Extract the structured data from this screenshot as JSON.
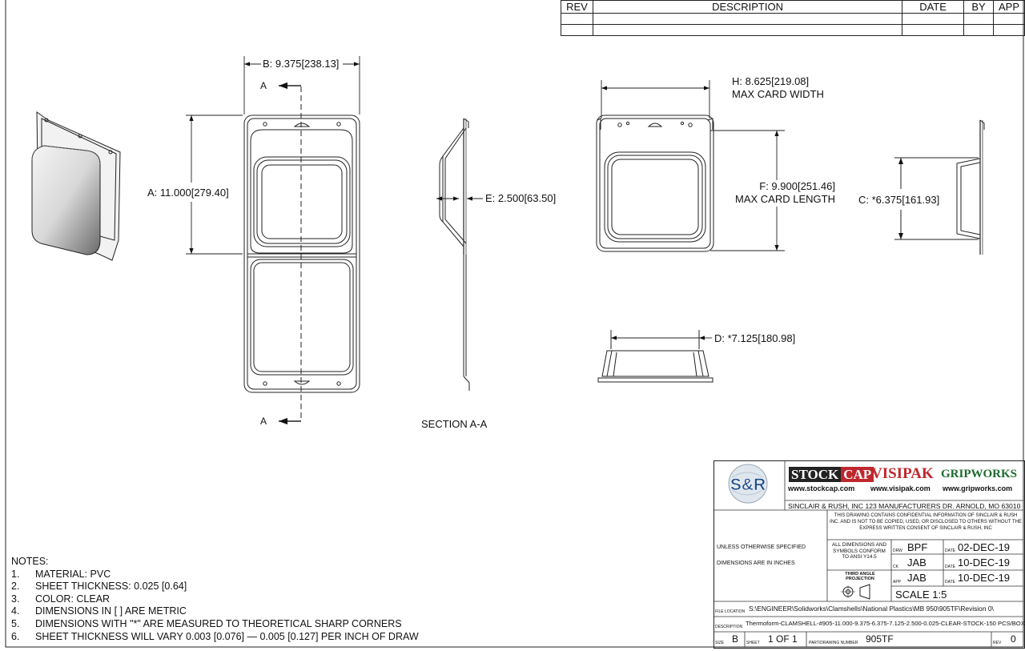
{
  "revision_table": {
    "headers": [
      "REV",
      "DESCRIPTION",
      "DATE",
      "BY",
      "APP"
    ]
  },
  "dimensions": {
    "b": "B: 9.375",
    "b_metric": "[238.13]",
    "a": "A: 11.000",
    "a_metric": "[279.40]",
    "e": "E: 2.500",
    "e_metric": "[63.50]",
    "h": "H: 8.625",
    "h_metric": "[219.08]",
    "h_note": "MAX CARD WIDTH",
    "f": "F: 9.900",
    "f_metric": "[251.46]",
    "f_note": "MAX CARD LENGTH",
    "c": "C: *6.375",
    "c_metric": "[161.93]",
    "d": "D: *7.125",
    "d_metric": "[180.98]"
  },
  "section_marker": "A",
  "section_label": "SECTION A-A",
  "notes": {
    "title": "NOTES:",
    "items": [
      {
        "num": "1.",
        "text": "MATERIAL: PVC"
      },
      {
        "num": "2.",
        "text": "SHEET THICKNESS:  0.025 [0.64]"
      },
      {
        "num": "3.",
        "text": "COLOR: CLEAR"
      },
      {
        "num": "4.",
        "text": "DIMENSIONS IN [ ] ARE METRIC"
      },
      {
        "num": "5.",
        "text": "DIMENSIONS WITH \"*\" ARE MEASURED TO THEORETICAL SHARP CORNERS"
      },
      {
        "num": "6.",
        "text": "SHEET THICKNESS WILL VARY 0.003 [0.076] — 0.005 [0.127] PER INCH OF DRAW"
      }
    ]
  },
  "title_block": {
    "logo": "S&R",
    "brands": [
      {
        "name": "STOCKCAP",
        "url": "www.stockcap.com",
        "color": "#222222",
        "accent": "#c0272d"
      },
      {
        "name": "VISIPAK",
        "url": "www.visipak.com",
        "color": "#c0272d"
      },
      {
        "name": "GRIPWORKS",
        "url": "www.gripworks.com",
        "color": "#1d6b2f"
      }
    ],
    "company_address": "SINCLAIR & RUSH, INC 123 MANUFACTURERS DR. ARNOLD, MO 63010",
    "confidential": "THIS DRAWING CONTAINS CONFIDENTIAL INFORMATION OF SINCLAIR & RUSH INC. AND IS NOT TO BE COPIED, USED, OR DISCLOSED TO OTHERS WITHOUT THE EXPRESS WRITTEN CONSENT OF SINCLAIR & RUSH, INC",
    "unless": "UNLESS OTHERWISE SPECIFIED",
    "dims_in": "DIMENSIONS ARE IN INCHES",
    "conform": "ALL DIMENSIONS AND SYMBOLS CONFORM TO ANSI Y14.5",
    "projection": "THIRD ANGLE PROJECTION",
    "drw_label": "DRW",
    "drw": "BPF",
    "drw_date": "02-DEC-19",
    "ck_label": "CK",
    "ck": "JAB",
    "ck_date": "10-DEC-19",
    "app_label": "APP",
    "app": "JAB",
    "app_date": "10-DEC-19",
    "date_label": "DATE",
    "scale": "SCALE 1:5",
    "file_location_label": "FILE LOCATION",
    "file_location": "S:\\ENGINEER\\Solidworks\\Clamshells\\National Plastics\\MB 950\\905TF\\Revision 0\\",
    "description_label": "DESCRIPTION",
    "description": "Thermoform-CLAMSHELL-#905-11.000-9.375-6.375-7.125-2.500-0.025-CLEAR-STOCK-150 PCS/BOX",
    "size_label": "SIZE",
    "size": "B",
    "sheet_label": "SHEET",
    "sheet": "1 OF 1",
    "part_label": "PART/DRAWING NUMBER",
    "part": "905TF",
    "rev_label": "REV",
    "rev": "0"
  }
}
